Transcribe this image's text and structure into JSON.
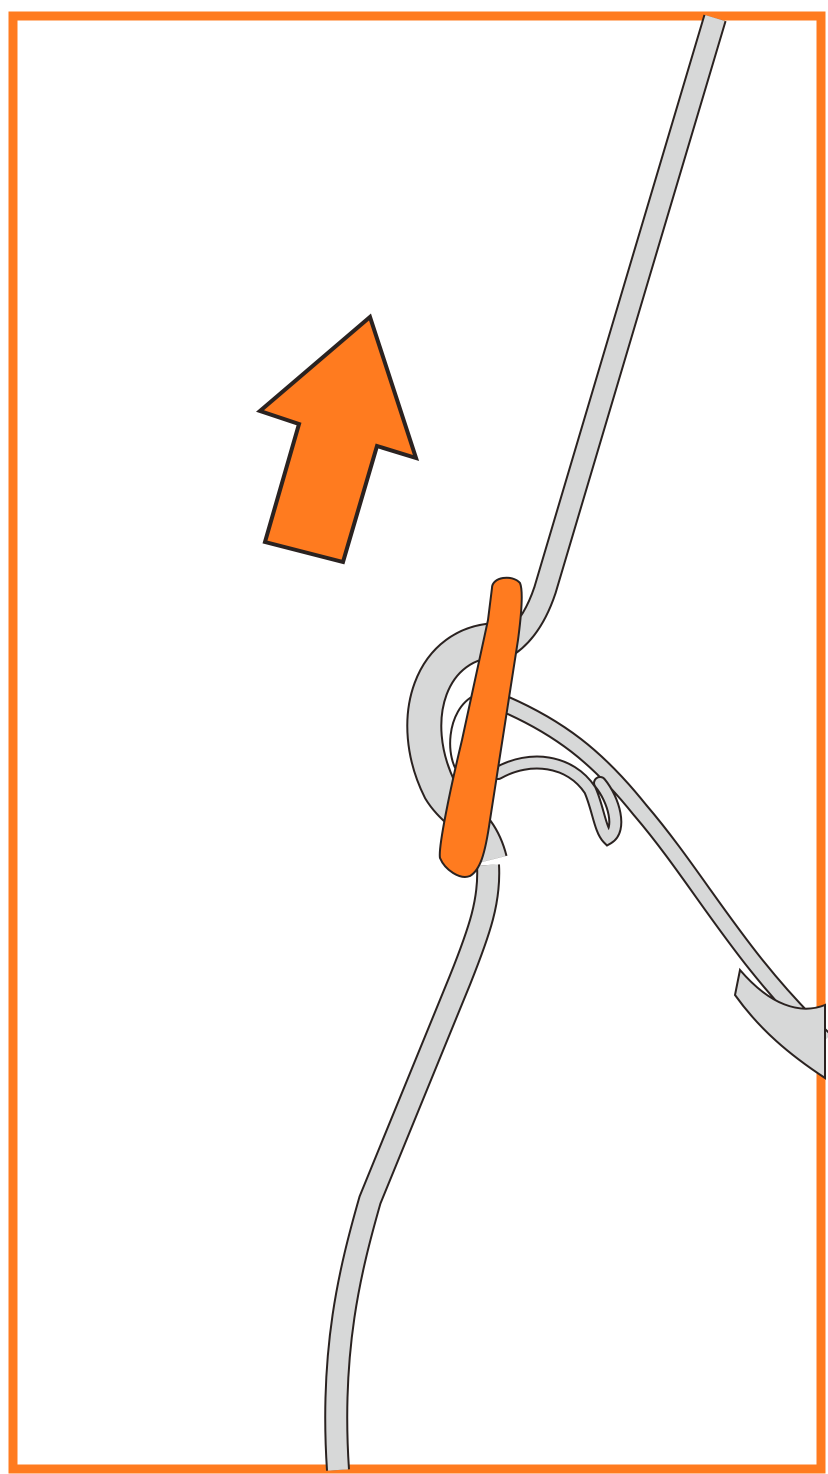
{
  "diagram": {
    "kind": "knot-tying-step",
    "elements": [
      "frame",
      "rope",
      "toggle",
      "direction-arrow"
    ],
    "arrow": {
      "meaning": "pull",
      "direction": "up-right"
    }
  },
  "colors": {
    "accent_orange": "#FF7B1F",
    "rope_fill": "#D7D8D8",
    "outline": "#2A2220",
    "background": "#FFFFFF"
  }
}
